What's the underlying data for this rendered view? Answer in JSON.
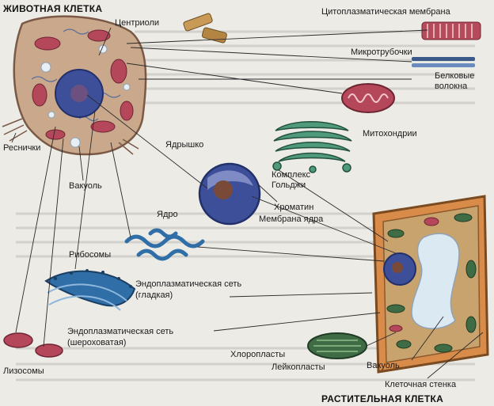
{
  "titles": {
    "animal": "ЖИВОТНАЯ КЛЕТКА",
    "plant": "РАСТИТЕЛЬНАЯ КЛЕТКА"
  },
  "labels": {
    "centrioles": "Центриоли",
    "cell_membrane": "Цитоплазматическая мембрана",
    "microtubules": "Микротрубочки",
    "protein_fibers": "Белковые",
    "protein_fibers2": "волокна",
    "mitochondria": "Митохондрии",
    "cilia": "Реснички",
    "nucleolus": "Ядрышко",
    "golgi1": "Комплекс",
    "golgi2": "Гольджи",
    "vacuole_a": "Вакуоль",
    "chromatin": "Хроматин",
    "nuclear_membrane": "Мембрана ядра",
    "nucleus": "Ядро",
    "ribosomes": "Рибосомы",
    "er_smooth1": "Эндоплазматическая сеть",
    "er_smooth2": "(гладкая)",
    "er_rough1": "Эндоплазматическая сеть",
    "er_rough2": "(шероховатая)",
    "lysosomes": "Лизосомы",
    "chloroplasts": "Хлоропласты",
    "leucoplasts": "Лейкопласты",
    "vacuole_p": "Вакуоль",
    "cell_wall": "Клеточная стенка"
  },
  "colors": {
    "paper": "#ecebe6",
    "cytoplasm_animal": "#c9a88c",
    "organelle_red": "#b5475a",
    "nucleus_blue": "#3e4f9a",
    "nucleolus_brown": "#7a4a38",
    "plant_wall": "#d98c4a",
    "chloroplast_green": "#3f6b45",
    "vacuole": "#dbe9f3",
    "er_blue": "#2f6ea6",
    "leader_line": "#2a2a2a"
  }
}
